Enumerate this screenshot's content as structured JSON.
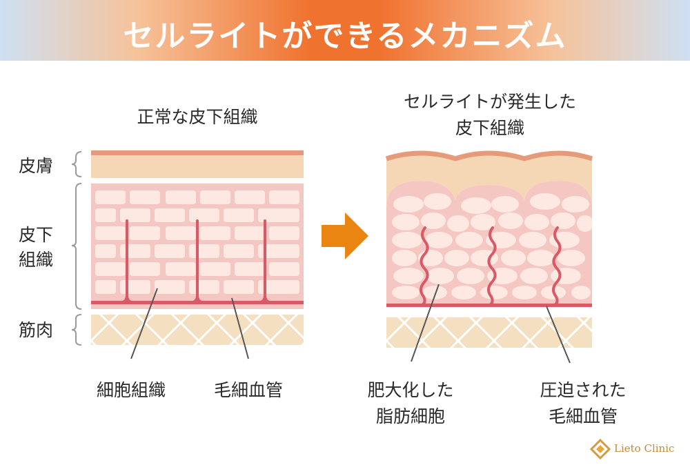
{
  "banner": {
    "title": "セルライトができるメカニズム"
  },
  "left_panel": {
    "title": "正常な皮下組織",
    "layer_labels": {
      "skin": "皮膚",
      "subcutaneous_line1": "皮下",
      "subcutaneous_line2": "組織",
      "muscle": "筋肉"
    },
    "callouts": {
      "cells": "細胞組織",
      "capillaries": "毛細血管"
    }
  },
  "right_panel": {
    "title_line1": "セルライトが発生した",
    "title_line2": "皮下組織",
    "callouts": {
      "fat_cells_line1": "肥大化した",
      "fat_cells_line2": "脂肪細胞",
      "capillaries_line1": "圧迫された",
      "capillaries_line2": "毛細血管"
    }
  },
  "logo": {
    "text": "Lieto Clinic",
    "icon": "diamond-logo-icon"
  },
  "colors": {
    "banner_orange": "#f0722f",
    "arrow": "#ea8512",
    "skin": "#f5d6b5",
    "skin_border": "#e79a79",
    "tissue": "#f5c7c3",
    "cell": "#fde9e2",
    "vessel": "#d85a66",
    "muscle": "#f4dfc0"
  }
}
